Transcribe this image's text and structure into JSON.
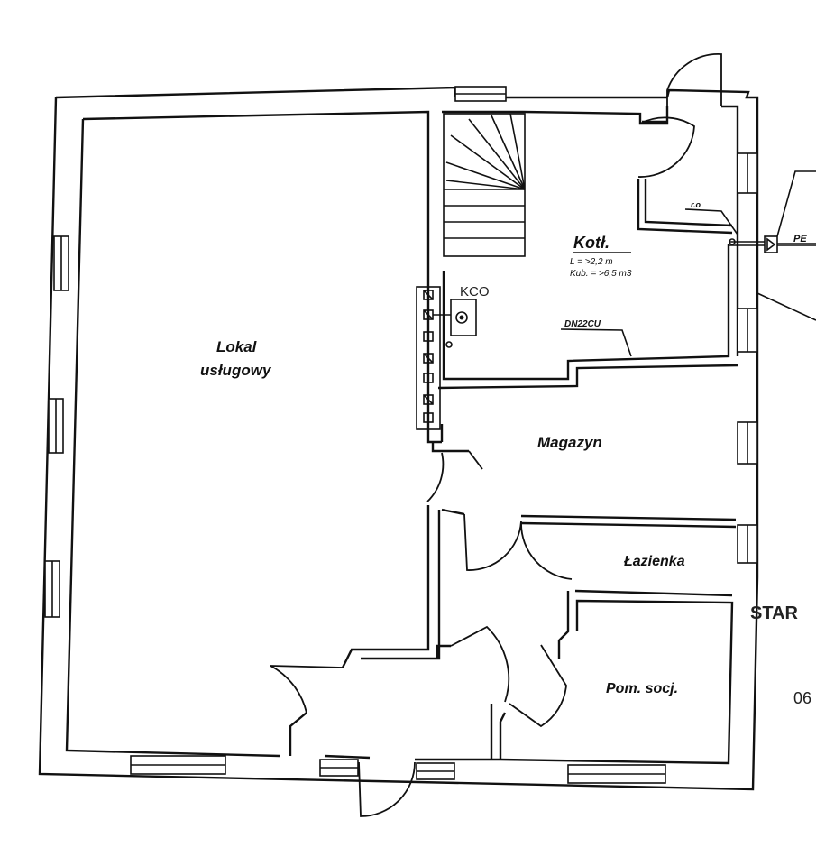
{
  "rooms": {
    "lokal_line1": "Lokal",
    "lokal_line2": "usługowy",
    "kotlownia": "Kotł.",
    "magazyn": "Magazyn",
    "lazienka": "Łazienka",
    "pom_socj": "Pom. socj."
  },
  "boiler_room": {
    "height_note": "L = >2,2 m",
    "volume_note": "Kub. = >6,5 m3"
  },
  "annotations": {
    "kco": "KCO",
    "pipe": "DN22CU",
    "ro": "r.o",
    "pe": "PE",
    "side_text": "STAR",
    "side_number": "06"
  }
}
